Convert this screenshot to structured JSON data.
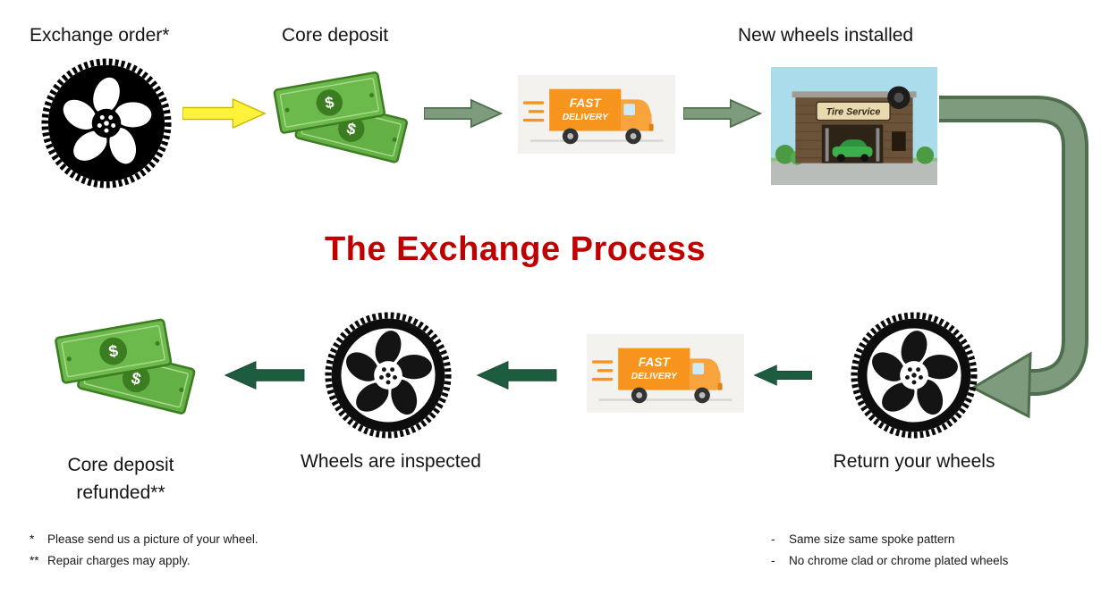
{
  "title": {
    "text": "The Exchange Process",
    "color": "#C00000"
  },
  "steps": {
    "exchange_order": "Exchange order*",
    "core_deposit": "Core deposit",
    "new_wheels_installed": "New wheels installed",
    "return_your_wheels": "Return your wheels",
    "wheels_are_inspected": "Wheels are inspected",
    "core_deposit_refunded_line1": "Core deposit",
    "core_deposit_refunded_line2": "refunded**"
  },
  "icons": {
    "truck_text_line1": "FAST",
    "truck_text_line2": "DELIVERY",
    "shop_sign_text": "Tire Service",
    "money_symbol": "$"
  },
  "colors": {
    "yellow_arrow": "#FFF23B",
    "sage_arrow": "#7E9C7D",
    "dark_green_arrow": "#1E5C3F",
    "money_green": "#63B045",
    "truck_orange": "#F7941D"
  },
  "footnotes": {
    "left": [
      {
        "marker": "*",
        "text": "Please send us a picture of your wheel."
      },
      {
        "marker": "**",
        "text": "Repair charges may apply."
      }
    ],
    "right": [
      {
        "marker": "-",
        "text": "Same size same spoke pattern"
      },
      {
        "marker": "-",
        "text": "No chrome clad or chrome plated wheels"
      }
    ]
  }
}
